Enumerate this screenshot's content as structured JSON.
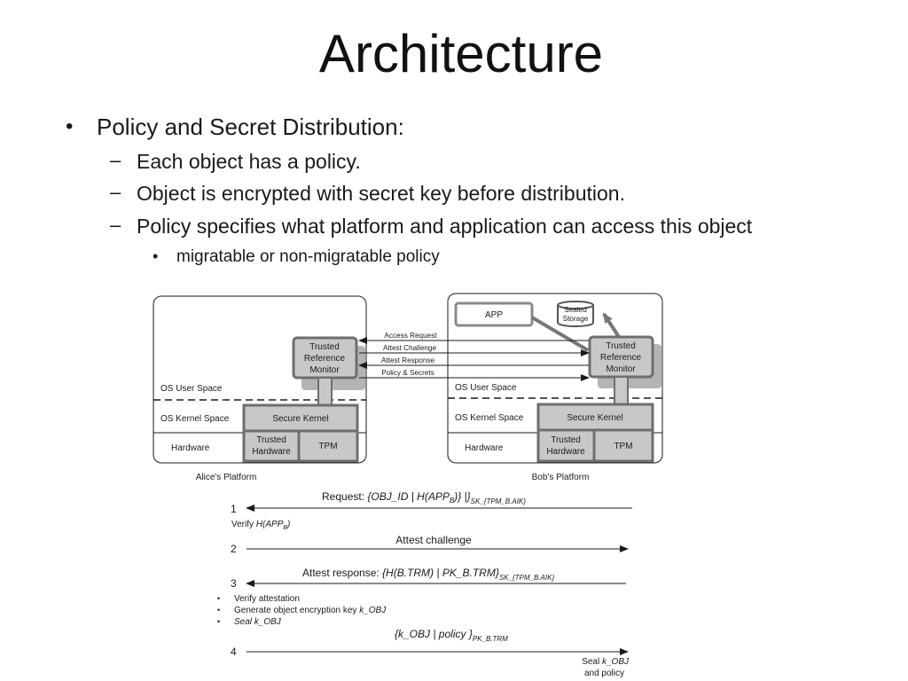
{
  "slide": {
    "title": "Architecture",
    "bullets": {
      "b1": "Policy and Secret Distribution:",
      "b2": [
        "Each object has a policy.",
        "Object is encrypted with secret key before distribution.",
        "Policy specifies what platform and application can access this object"
      ],
      "b3": "migratable or non-migratable policy"
    },
    "markers": {
      "bullet": "•",
      "dash": "–"
    }
  },
  "diagram": {
    "alice": {
      "caption": "Alice's Platform",
      "trm": [
        "Trusted",
        "Reference",
        "Monitor"
      ],
      "user_space": "OS User Space",
      "kernel_space": "OS Kernel Space",
      "hardware": "Hardware",
      "secure_kernel": "Secure Kernel",
      "trusted_hw": [
        "Trusted",
        "Hardware"
      ],
      "tpm": "TPM"
    },
    "bob": {
      "caption": "Bob's Platform",
      "app": "APP",
      "sealed": [
        "Sealed",
        "Storage"
      ],
      "trm": [
        "Trusted",
        "Reference",
        "Monitor"
      ],
      "user_space": "OS User Space",
      "kernel_space": "OS Kernel Space",
      "hardware": "Hardware",
      "secure_kernel": "Secure Kernel",
      "trusted_hw": [
        "Trusted",
        "Hardware"
      ],
      "tpm": "TPM"
    },
    "messages": [
      "Access Request",
      "Attest Challenge",
      "Attest Response",
      "Policy & Secrets"
    ]
  },
  "protocol": {
    "step1": {
      "num": "1",
      "label": "Request: ",
      "label_italic": "{OBJ_ID | H(APP",
      "label_sub_b": "B",
      "label_italic_end": ")} |}",
      "label_sub": "SK_{TPM_B.AIK}",
      "verify": "Verify ",
      "verify_italic": "H(APP",
      "verify_sub": "B",
      "verify_end": ")"
    },
    "step2": {
      "num": "2",
      "label": "Attest challenge"
    },
    "step3": {
      "num": "3",
      "label": "Attest response: ",
      "label_italic": "{H(B.TRM) | PK_B.TRM}",
      "label_sub": "SK_{TPM_B.AIK}",
      "list": [
        {
          "text": "Verify attestation",
          "italic": ""
        },
        {
          "text": "Generate object encryption key ",
          "italic": "k_OBJ"
        },
        {
          "text": "",
          "italic": "Seal k_OBJ"
        }
      ]
    },
    "step4": {
      "num": "4",
      "label_italic": "{k_OBJ | policy }",
      "label_sub": "PK_B.TRM",
      "note_line1": "Seal ",
      "note_line1_italic": "k_OBJ",
      "note_line2": "and policy"
    }
  },
  "colors": {
    "box_fill": "#c8c8c8",
    "box_stroke": "#6e6e6e",
    "shadow": "#b4b4b4"
  }
}
